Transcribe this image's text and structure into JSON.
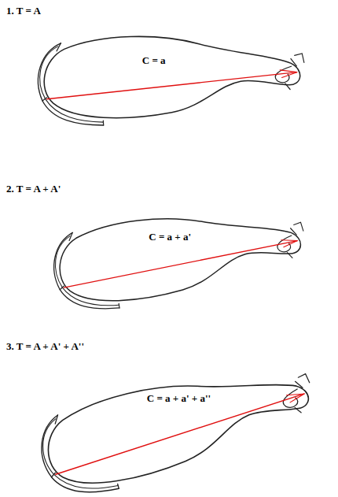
{
  "diagram": {
    "nodes": [
      {
        "text": [
          "C = a"
        ]
      },
      {
        "text": [
          "C = a + a'"
        ]
      },
      {
        "text": [
          "C = a + a' + a''"
        ]
      }
    ],
    "labels": [
      "1. T = A",
      "2. T = A + A'",
      "3. T = A + A' + A''"
    ]
  }
}
